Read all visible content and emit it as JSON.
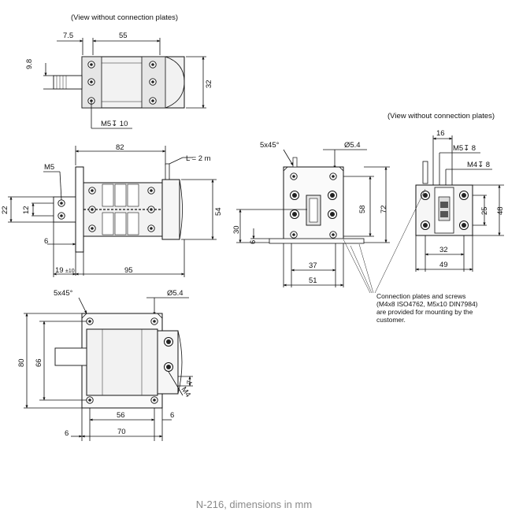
{
  "view_note_top": "(View without connection plates)",
  "view_note_right": "(View without connection plates)",
  "top_view": {
    "d_7_5": "7.5",
    "d_55": "55",
    "d_9_8": "9.8",
    "d_32": "32",
    "d_m5_10": "M5↧ 10"
  },
  "front_view": {
    "d_82": "82",
    "d_cable": "L = 2 m",
    "d_m5": "M5",
    "d_22": "22",
    "d_12": "12",
    "d_54": "54",
    "d_6": "6",
    "d_19": "19",
    "d_tol": "±10",
    "d_95": "95"
  },
  "end_view": {
    "d_chamfer": "5x45°",
    "d_dia": "Ø5.4",
    "d_30": "30",
    "d_6": "6",
    "d_58": "58",
    "d_72": "72",
    "d_37": "37",
    "d_51": "51"
  },
  "side_view": {
    "d_16": "16",
    "d_m5_8": "M5↧ 8",
    "d_m4_8": "M4↧ 8",
    "d_25": "25",
    "d_48": "48",
    "d_32": "32",
    "d_49": "49"
  },
  "connection_note": [
    "Connection plates and screws",
    "(M4x8  ISO4762, M5x10 DIN7984)",
    "are provided for mounting by the",
    "customer."
  ],
  "bottom_view": {
    "d_chamfer": "5x45°",
    "d_dia": "Ø5.4",
    "d_80": "80",
    "d_66": "66",
    "d_7": "7",
    "d_m4": "M4",
    "d_56": "56",
    "d_6a": "6",
    "d_6b": "6",
    "d_70": "70"
  },
  "caption": "N-216, dimensions in mm"
}
